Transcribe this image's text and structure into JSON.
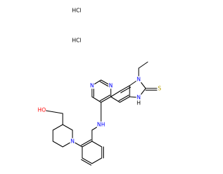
{
  "salts": [
    {
      "id": "salt-hcl-1",
      "text": "HCl"
    },
    {
      "id": "salt-hcl-2",
      "text": "HCl"
    }
  ],
  "atom_labels": {
    "N_pyr1": "N",
    "N_pyr2": "N",
    "N_imid_et": "N",
    "S": "S",
    "NH_imid": "N",
    "H_imid": "H",
    "NH_amine": "NH",
    "N_pip": "N",
    "HO": "HO"
  },
  "colors": {
    "C": "#000000",
    "N": "#0000ff",
    "S": "#b8a000",
    "O": "#ff0000",
    "Cl": "#009900",
    "H": "#000000"
  }
}
